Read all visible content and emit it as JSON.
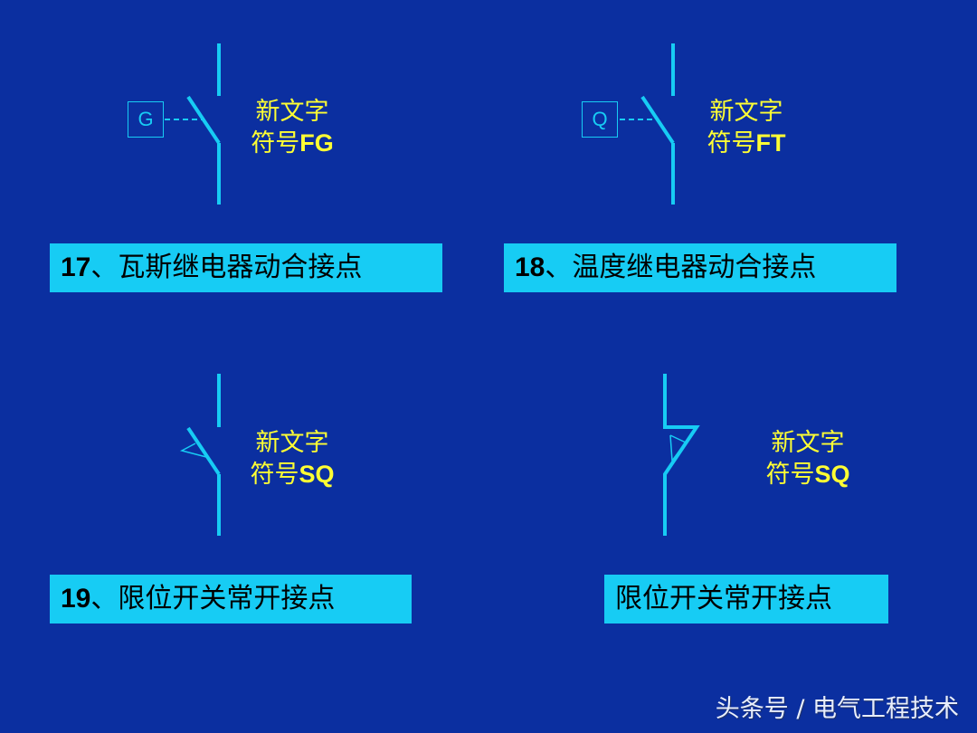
{
  "slide": {
    "background_color": "#0b2fa0",
    "line_color": "#17ccf4",
    "label_color": "#ffff33",
    "caption_bg": "#17ccf4"
  },
  "symbols": [
    {
      "id": 17,
      "box_letter": "G",
      "label_line1": "新文字",
      "label_line2_prefix": "符号",
      "label_code": "FG",
      "caption_num": "17",
      "caption_sep": "、",
      "caption_text": "瓦斯继电器动合接点"
    },
    {
      "id": 18,
      "box_letter": "Q",
      "label_line1": "新文字",
      "label_line2_prefix": "符号",
      "label_code": "FT",
      "caption_num": "18",
      "caption_sep": "、",
      "caption_text": "温度继电器动合接点"
    },
    {
      "id": 19,
      "label_line1": "新文字",
      "label_line2_prefix": "符号",
      "label_code": "SQ",
      "caption_num": "19",
      "caption_sep": "、",
      "caption_text": "限位开关常开接点"
    },
    {
      "id": 20,
      "label_line1": "新文字",
      "label_line2_prefix": "符号",
      "label_code": "SQ",
      "caption_text": "限位开关常开接点"
    }
  ],
  "watermark": "头条号 / 电气工程技术"
}
